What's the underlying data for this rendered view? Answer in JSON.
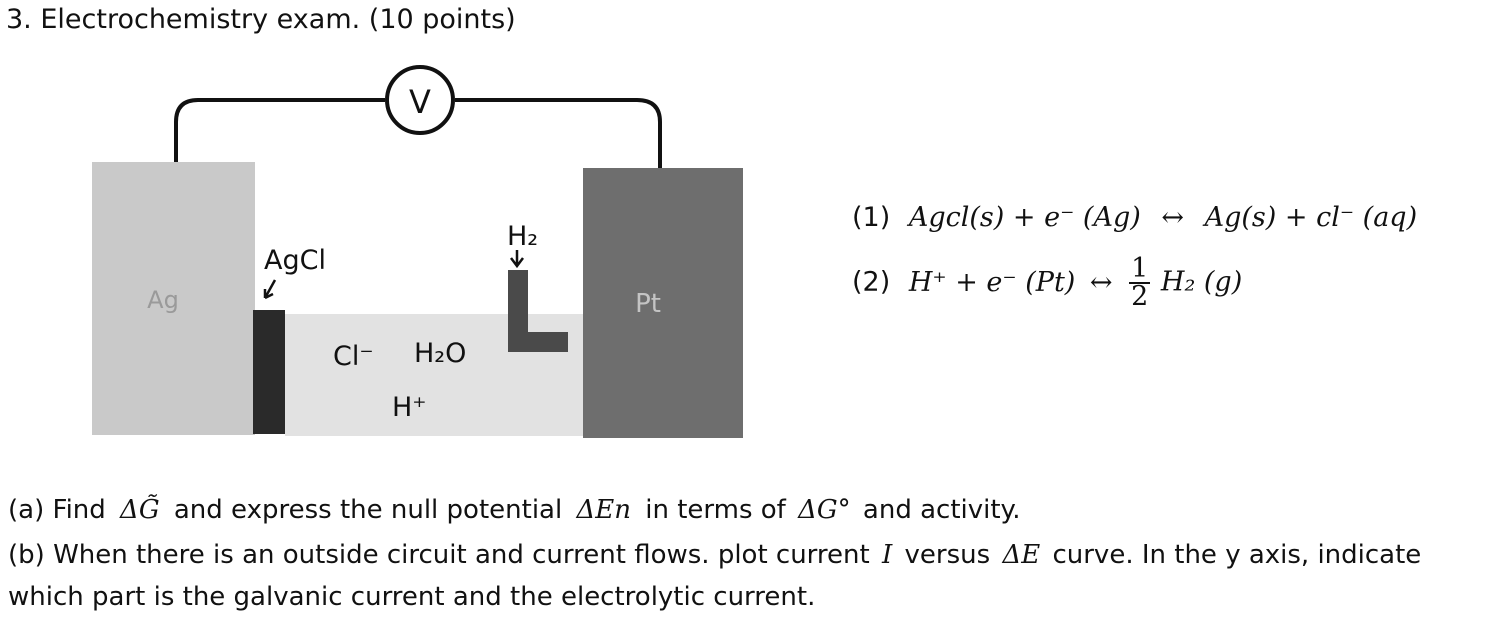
{
  "question_title": "3. Electrochemistry exam. (10 points)",
  "diagram": {
    "voltmeter_label": "V",
    "left_electrode": "Ag",
    "right_electrode": "Pt",
    "coating_label": "AgCl",
    "gas_label": "H₂",
    "ions": {
      "chloride": "Cl⁻",
      "water": "H₂O",
      "proton": "H⁺"
    },
    "colors": {
      "ag_block": "#c9c9c9",
      "pt_block": "#6e6e6e",
      "solution": "#e2e2e2",
      "coating": "#2a2a2a"
    }
  },
  "reactions": [
    {
      "number": "(1)",
      "lhs": "Agcl(s) + e⁻ (Ag)",
      "arrow": "↔",
      "rhs": "Ag(s) + cl⁻ (aq)"
    },
    {
      "number": "(2)",
      "lhs": "H⁺ + e⁻ (Pt)",
      "arrow": "↔",
      "frac_num": "1",
      "frac_den": "2",
      "rhs": "H₂ (g)"
    }
  ],
  "question_a": {
    "label": "(a)",
    "text1": "Find",
    "sym1": "ΔG̃",
    "text2": "and express the null potential",
    "sym2": "ΔEn",
    "text3": "in terms of",
    "sym3": "ΔG°",
    "text4": "and activity."
  },
  "question_b": {
    "label": "(b)",
    "line1a": "When there is an outside circuit and current flows. plot current",
    "sym1": "I",
    "line1b": "versus",
    "sym2": "ΔE",
    "line1c": "curve. In the y axis, indicate",
    "line2": "which part is the galvanic current and the electrolytic current."
  }
}
